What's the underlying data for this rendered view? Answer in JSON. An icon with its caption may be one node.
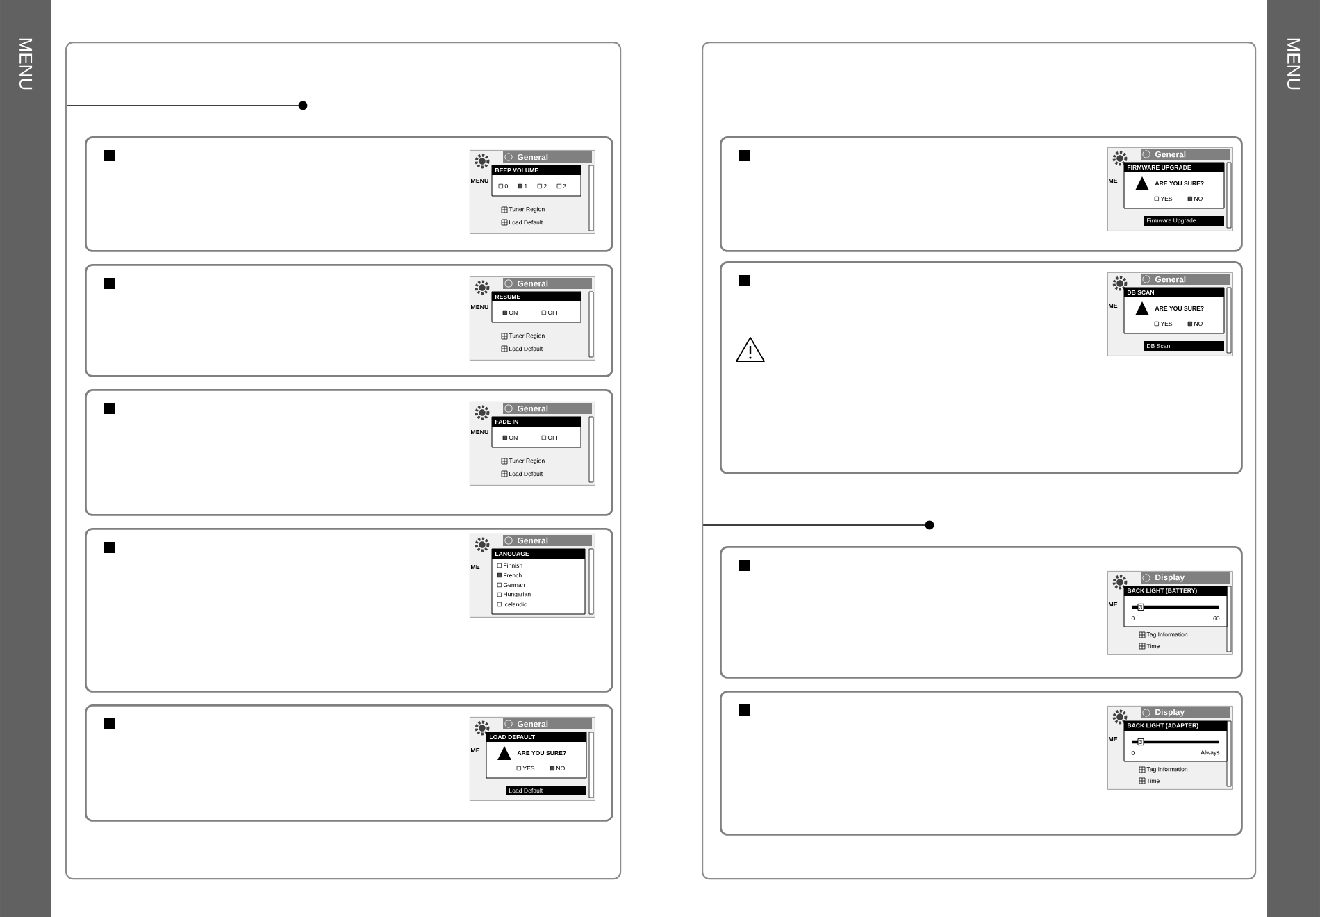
{
  "diagram": {
    "nodes": [
      {
        "text": [],
        "shape": "box"
      },
      {
        "text": [],
        "shape": "box",
        "in": 0
      },
      {
        "text": [
          "General",
          "BEEP VOLUME",
          "0",
          "1",
          "2",
          "3",
          "Tuner Region",
          "Load Default",
          "MENU"
        ],
        "in": 1
      },
      {
        "text": [],
        "shape": "box",
        "in": 0
      },
      {
        "text": [
          "General",
          "RESUME",
          "ON",
          "OFF",
          "Tuner Region",
          "Load Default",
          "MENU"
        ],
        "in": 3
      },
      {
        "text": [],
        "shape": "box",
        "in": 0
      },
      {
        "text": [
          "General",
          "FADE IN",
          "ON",
          "OFF",
          "Tuner Region",
          "Load Default",
          "MENU"
        ],
        "in": 5
      },
      {
        "text": [],
        "shape": "box",
        "in": 0
      },
      {
        "text": [
          "General",
          "LANGUAGE",
          "Finnish",
          "French",
          "German",
          "Hungarian",
          "Icelandic",
          "ME"
        ],
        "in": 7
      },
      {
        "text": [],
        "shape": "box",
        "in": 0
      },
      {
        "text": [
          "General",
          "LOAD DEFAULT",
          "ARE YOU SURE?",
          "YES",
          "NO",
          "Load Default",
          "ME"
        ],
        "in": 9
      },
      {
        "text": [],
        "shape": "box"
      },
      {
        "text": [],
        "shape": "box",
        "in": 11
      },
      {
        "text": [
          "General",
          "FIRMWARE UPGRADE",
          "ARE YOU SURE?",
          "YES",
          "NO",
          "Firmware Upgrade",
          "ME"
        ],
        "in": 12
      },
      {
        "text": [],
        "shape": "box",
        "in": 11
      },
      {
        "text": [
          "General",
          "DB SCAN",
          "ARE YOU SURE?",
          "YES",
          "NO",
          "DB Scan",
          "ME"
        ],
        "in": 14
      },
      {
        "text": [],
        "shape": "box",
        "in": 11
      },
      {
        "text": [
          "Display",
          "BACK LIGHT (BATTERY)",
          "3",
          "0",
          "60",
          "Tag Information",
          "Time",
          "ME"
        ],
        "in": 16
      },
      {
        "text": [],
        "shape": "box",
        "in": 11
      },
      {
        "text": [
          "Display",
          "BACK LIGHT (ADAPTER)",
          "3",
          "0",
          "Always",
          "Tag Information",
          "Time",
          "ME"
        ],
        "in": 18
      }
    ],
    "labels": [
      "MENU",
      "MENU"
    ]
  }
}
